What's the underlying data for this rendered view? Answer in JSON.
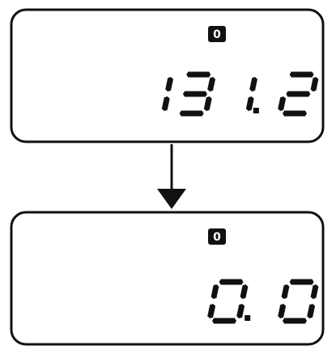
{
  "displays": [
    {
      "id": "top",
      "channel": "0",
      "reading": "131.2"
    },
    {
      "id": "bottom",
      "channel": "0",
      "reading": "0.0"
    }
  ],
  "colors": {
    "ink": "#111111",
    "background": "#ffffff"
  }
}
